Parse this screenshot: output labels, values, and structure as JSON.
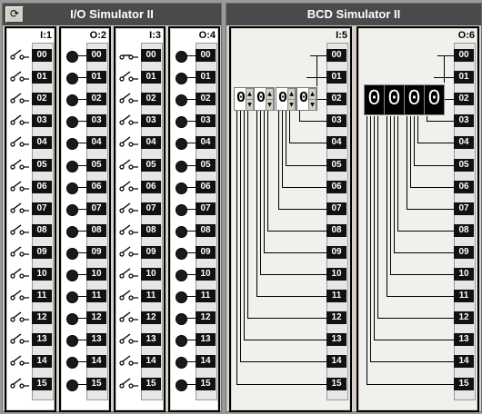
{
  "io_panel": {
    "title": "I/O Simulator II",
    "refresh_icon": "⟳"
  },
  "bcd_panel": {
    "title": "BCD Simulator II"
  },
  "labels": [
    "00",
    "01",
    "02",
    "03",
    "04",
    "05",
    "06",
    "07",
    "08",
    "09",
    "10",
    "11",
    "12",
    "13",
    "14",
    "15"
  ],
  "io_cards": [
    {
      "title": "I:1",
      "kind": "switch",
      "states": [
        0,
        0,
        0,
        0,
        0,
        0,
        0,
        0,
        0,
        0,
        0,
        0,
        0,
        0,
        0,
        0
      ]
    },
    {
      "title": "O:2",
      "kind": "led",
      "states": [
        1,
        1,
        1,
        1,
        1,
        1,
        1,
        1,
        1,
        1,
        1,
        1,
        1,
        1,
        1,
        1
      ]
    },
    {
      "title": "I:3",
      "kind": "switch",
      "states": [
        1,
        0,
        0,
        0,
        0,
        0,
        0,
        0,
        0,
        0,
        0,
        0,
        0,
        0,
        0,
        0
      ]
    },
    {
      "title": "O:4",
      "kind": "led",
      "states": [
        1,
        1,
        1,
        1,
        1,
        1,
        1,
        1,
        1,
        1,
        1,
        1,
        1,
        1,
        1,
        1
      ]
    }
  ],
  "bcd_input": {
    "title": "I:5",
    "digits": [
      "0",
      "0",
      "0",
      "0"
    ]
  },
  "bcd_output": {
    "title": "O:6",
    "digits": [
      "0",
      "0",
      "0",
      "0"
    ]
  }
}
